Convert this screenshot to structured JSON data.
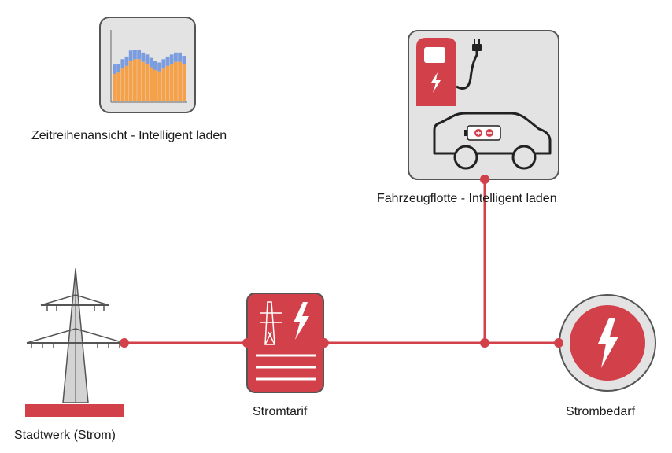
{
  "colors": {
    "accent": "#d2414a",
    "line": "#d2414a",
    "tile_bg": "#e3e3e3",
    "tile_border": "#555555",
    "bar_orange": "#f5a14a",
    "bar_blue": "#7c9ce0",
    "tower": "#d3d3d3"
  },
  "nodes": {
    "timeseries": {
      "label": "Zeitreihenansicht - Intelligent laden",
      "icon": "bar-chart-icon"
    },
    "fleet": {
      "label": "Fahrzeugflotte - Intelligent laden",
      "icon": "ev-charging-icon"
    },
    "utility": {
      "label": "Stadtwerk (Strom)",
      "icon": "power-tower-icon"
    },
    "tariff": {
      "label": "Stromtarif",
      "icon": "tariff-icon"
    },
    "demand": {
      "label": "Strombedarf",
      "icon": "lightning-icon"
    }
  }
}
